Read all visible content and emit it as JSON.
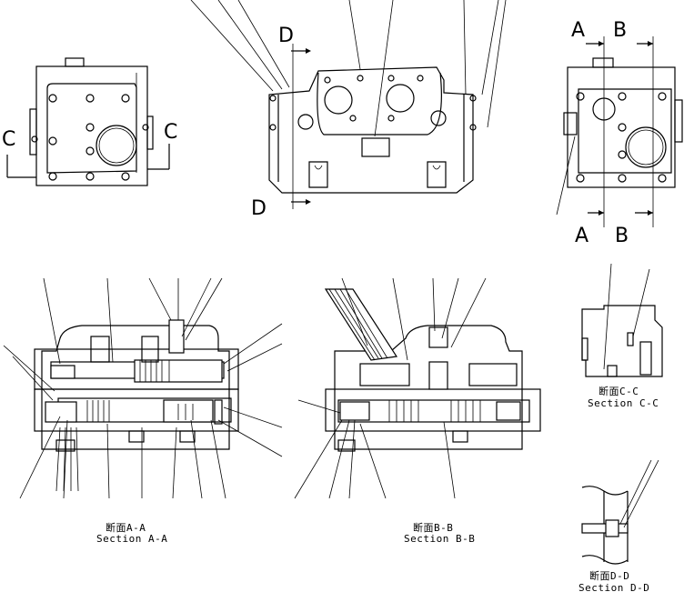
{
  "view_markers": {
    "left_c": "C",
    "right_c": "C",
    "top_d": "D",
    "bottom_d": "D",
    "top_a": "A",
    "top_b": "B",
    "bottom_a": "A",
    "bottom_b": "B"
  },
  "captions": {
    "aa_jp": "断面A-A",
    "aa_en": "Section A-A",
    "bb_jp": "断面B-B",
    "bb_en": "Section B-B",
    "cc_jp": "断面C-C",
    "cc_en": "Section C-C",
    "dd_jp": "断面D-D",
    "dd_en": "Section D-D"
  }
}
